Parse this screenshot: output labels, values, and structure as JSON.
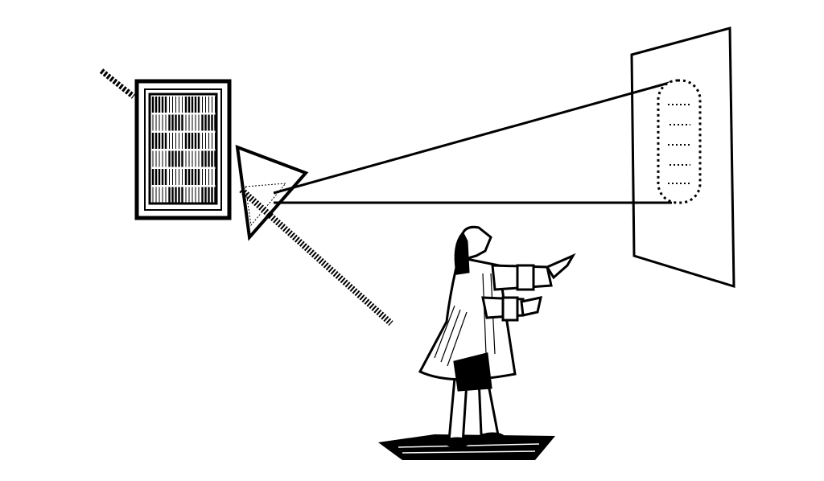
{
  "colors": {
    "ink": "#000000",
    "paper": "#ffffff"
  },
  "illustration": {
    "style": "woodcut",
    "elements": [
      "window",
      "prism",
      "light-beam",
      "screen",
      "spectrum",
      "observer",
      "ground-shadow"
    ]
  }
}
